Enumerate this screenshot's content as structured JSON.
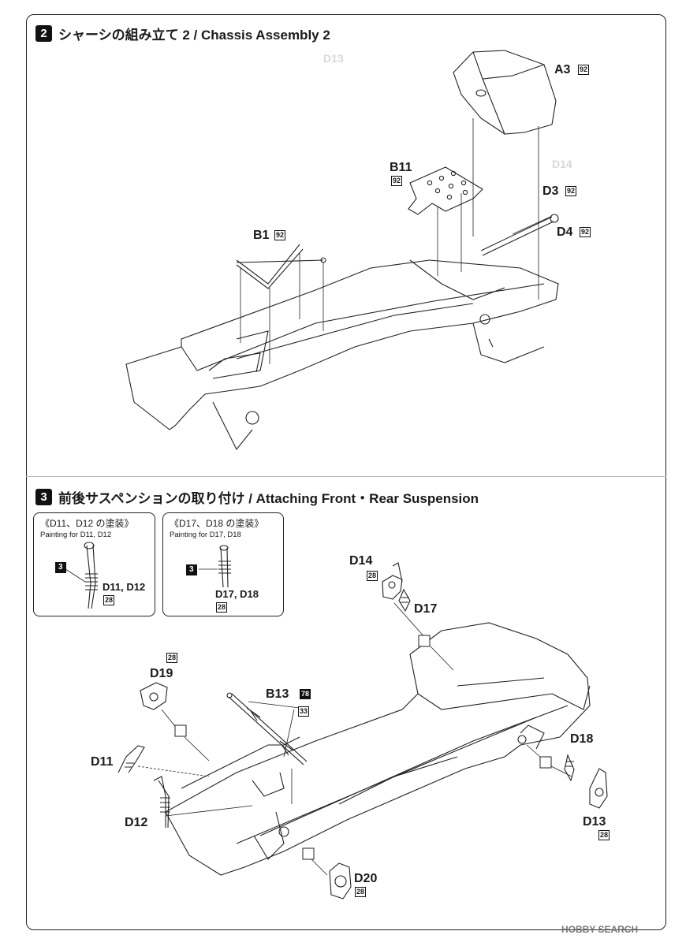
{
  "step2": {
    "number": "2",
    "title": "シャーシの組み立て 2 / Chassis Assembly 2"
  },
  "step2_parts": [
    {
      "id": "A3",
      "code": "92"
    },
    {
      "id": "B11",
      "code": "92"
    },
    {
      "id": "D3",
      "code": "92"
    },
    {
      "id": "D4",
      "code": "92"
    },
    {
      "id": "B1",
      "code": "92"
    }
  ],
  "step3": {
    "number": "3",
    "title": "前後サスペンションの取り付け / Attaching Front・Rear Suspension"
  },
  "painting_boxes": [
    {
      "title": "《D11、D12 の塗装》",
      "subtitle": "Painting for D11, D12",
      "marker": "3",
      "parts": "D11, D12",
      "code": "28"
    },
    {
      "title": "《D17、D18 の塗装》",
      "subtitle": "Painting for D17, D18",
      "marker": "3",
      "parts": "D17, D18",
      "code": "28"
    }
  ],
  "step3_parts": {
    "D14": {
      "id": "D14",
      "code": "28"
    },
    "D17": {
      "id": "D17"
    },
    "D19": {
      "id": "D19",
      "code": "28"
    },
    "B13": {
      "id": "B13",
      "code": "78",
      "extra": "33"
    },
    "D11": {
      "id": "D11"
    },
    "D12": {
      "id": "D12"
    },
    "D18": {
      "id": "D18"
    },
    "D13": {
      "id": "D13",
      "code": "28"
    },
    "D20": {
      "id": "D20",
      "code": "28"
    }
  },
  "watermark": "HOBBY SEARCH"
}
